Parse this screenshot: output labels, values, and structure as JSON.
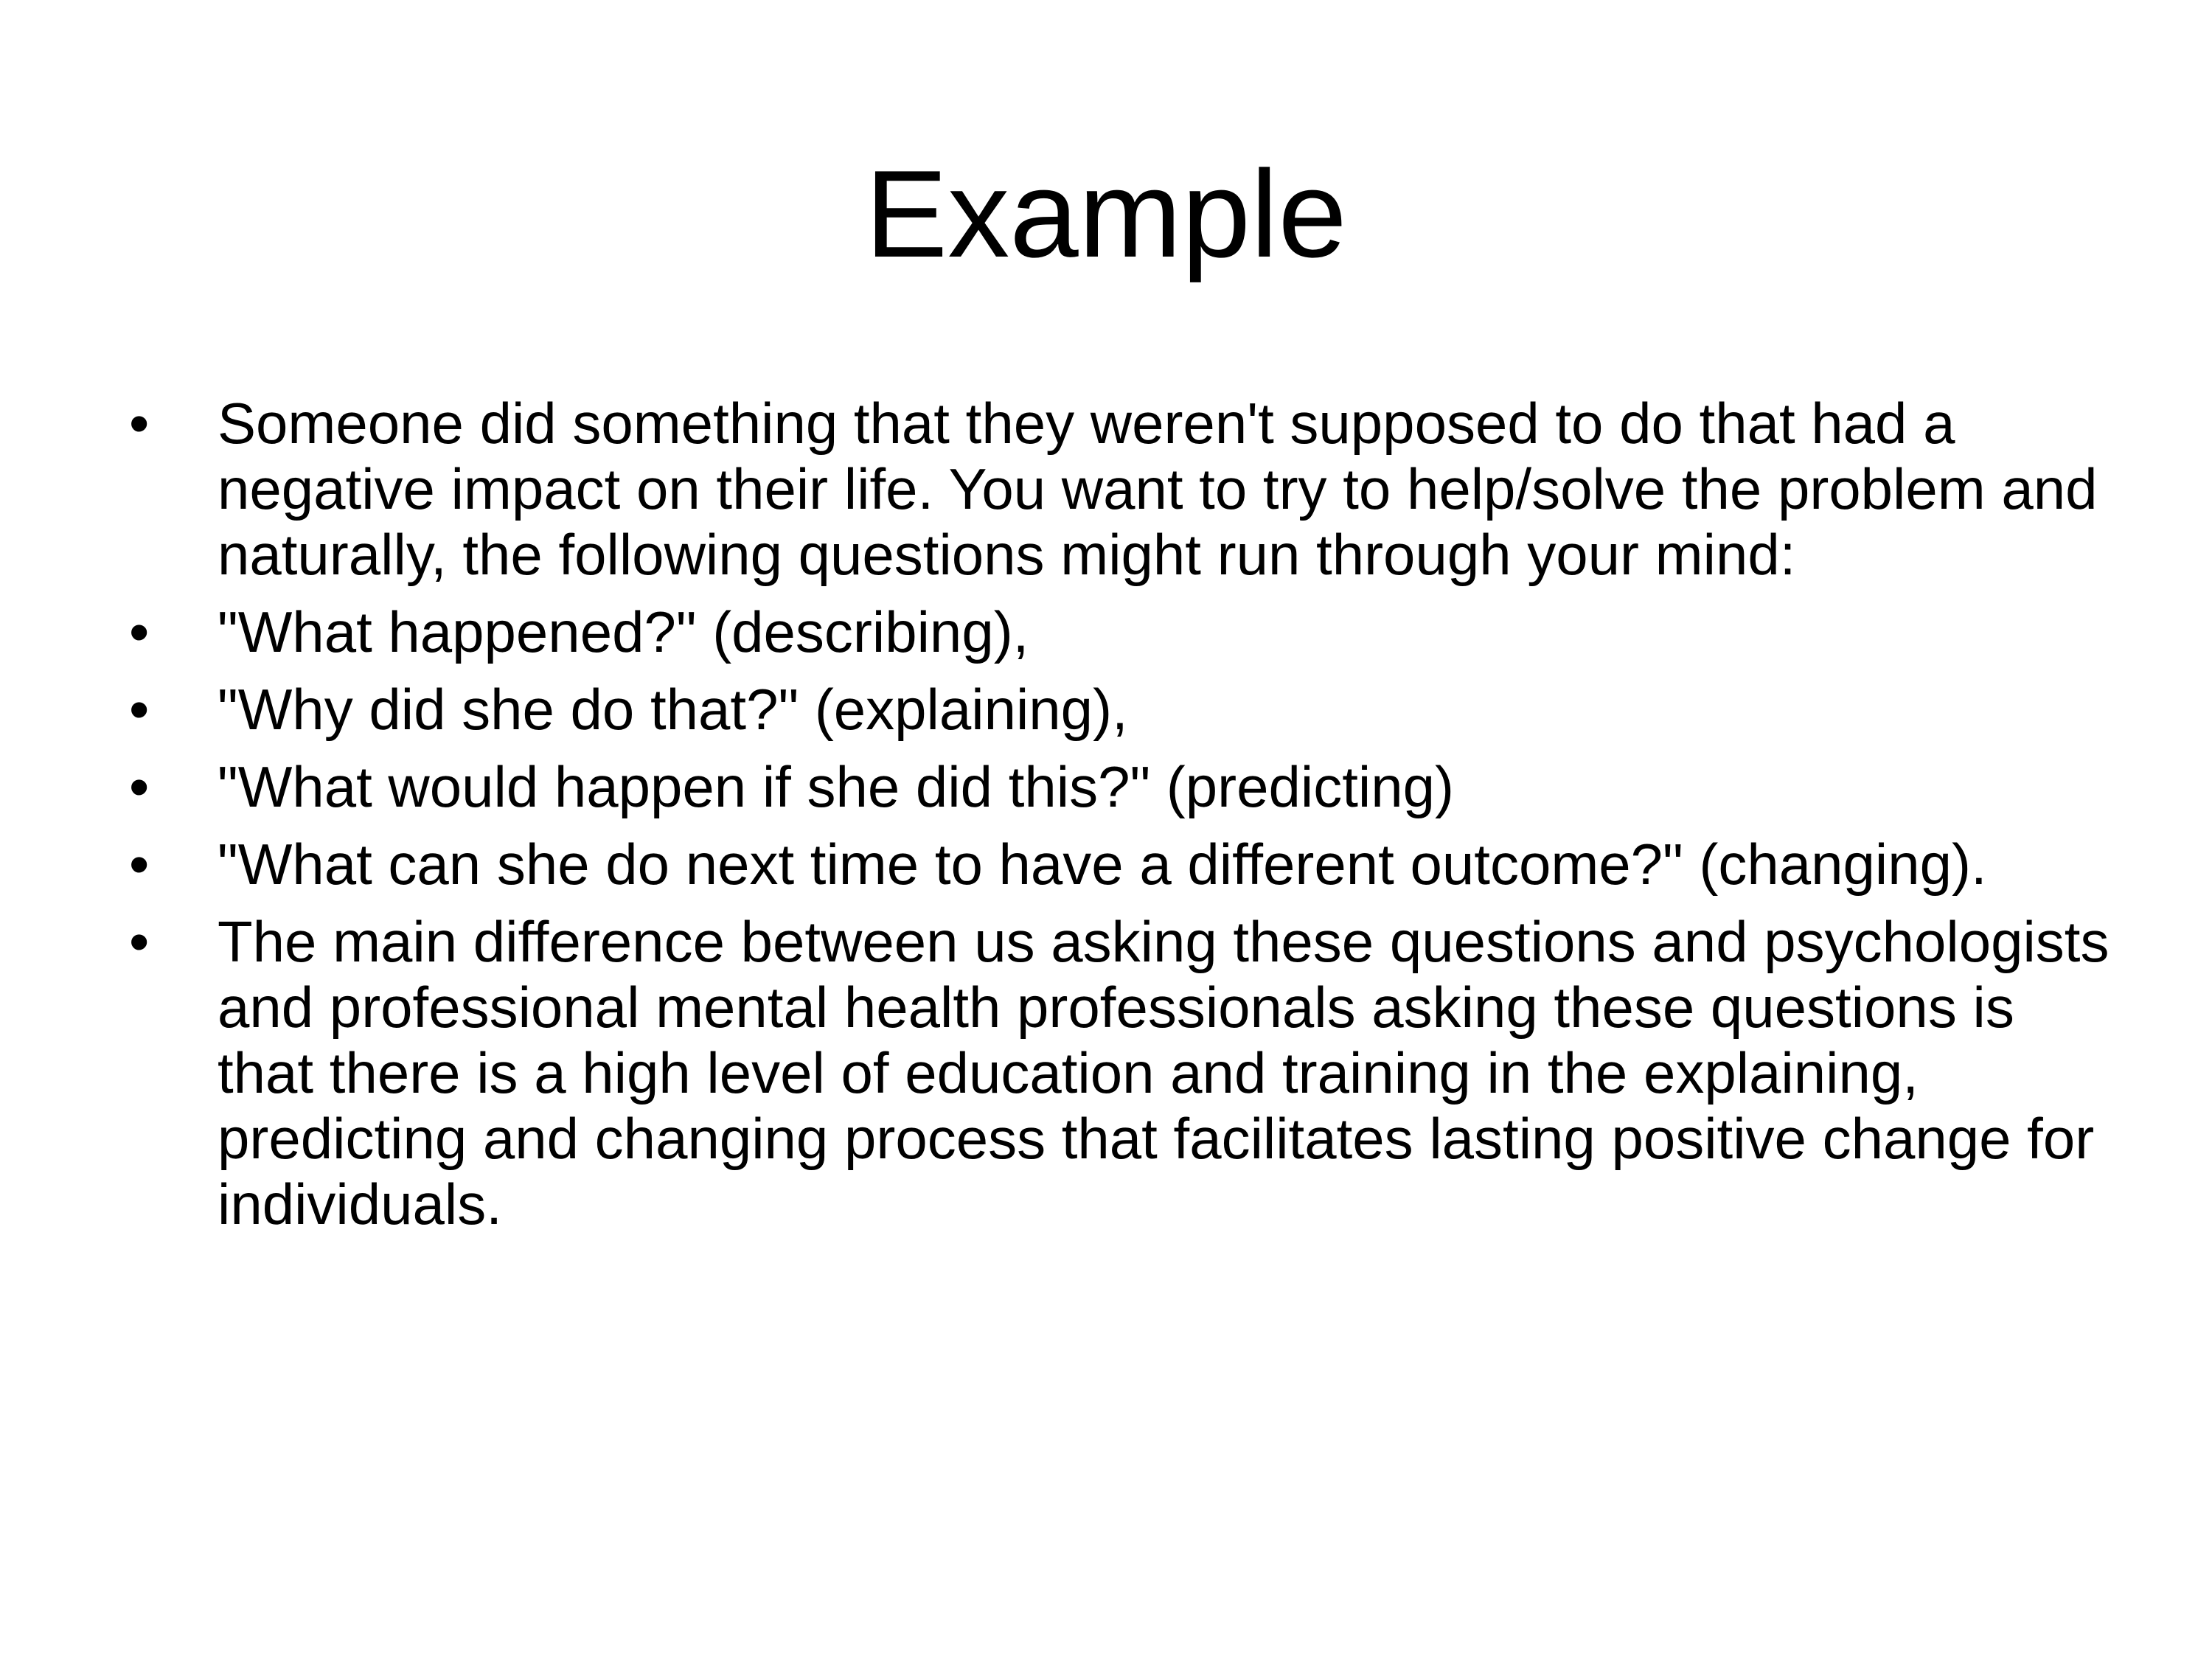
{
  "slide": {
    "title": "Example",
    "bullet_symbol": "•",
    "bullets": [
      "Someone did something that they weren't supposed to do that had a negative impact on their life. You want to try to help/solve the problem and naturally, the following questions might run through your mind:",
      "\"What happened?\" (describing),",
      "\"Why did she do that?\" (explaining),",
      "\"What would happen if she did this?\" (predicting)",
      "\"What can she do next time to have a different outcome?\" (changing).",
      "The main difference between us asking these questions and psychologists and professional mental health professionals asking these questions is that there is a high level of education and training in the explaining, predicting and changing process that facilitates lasting positive change for individuals."
    ]
  }
}
